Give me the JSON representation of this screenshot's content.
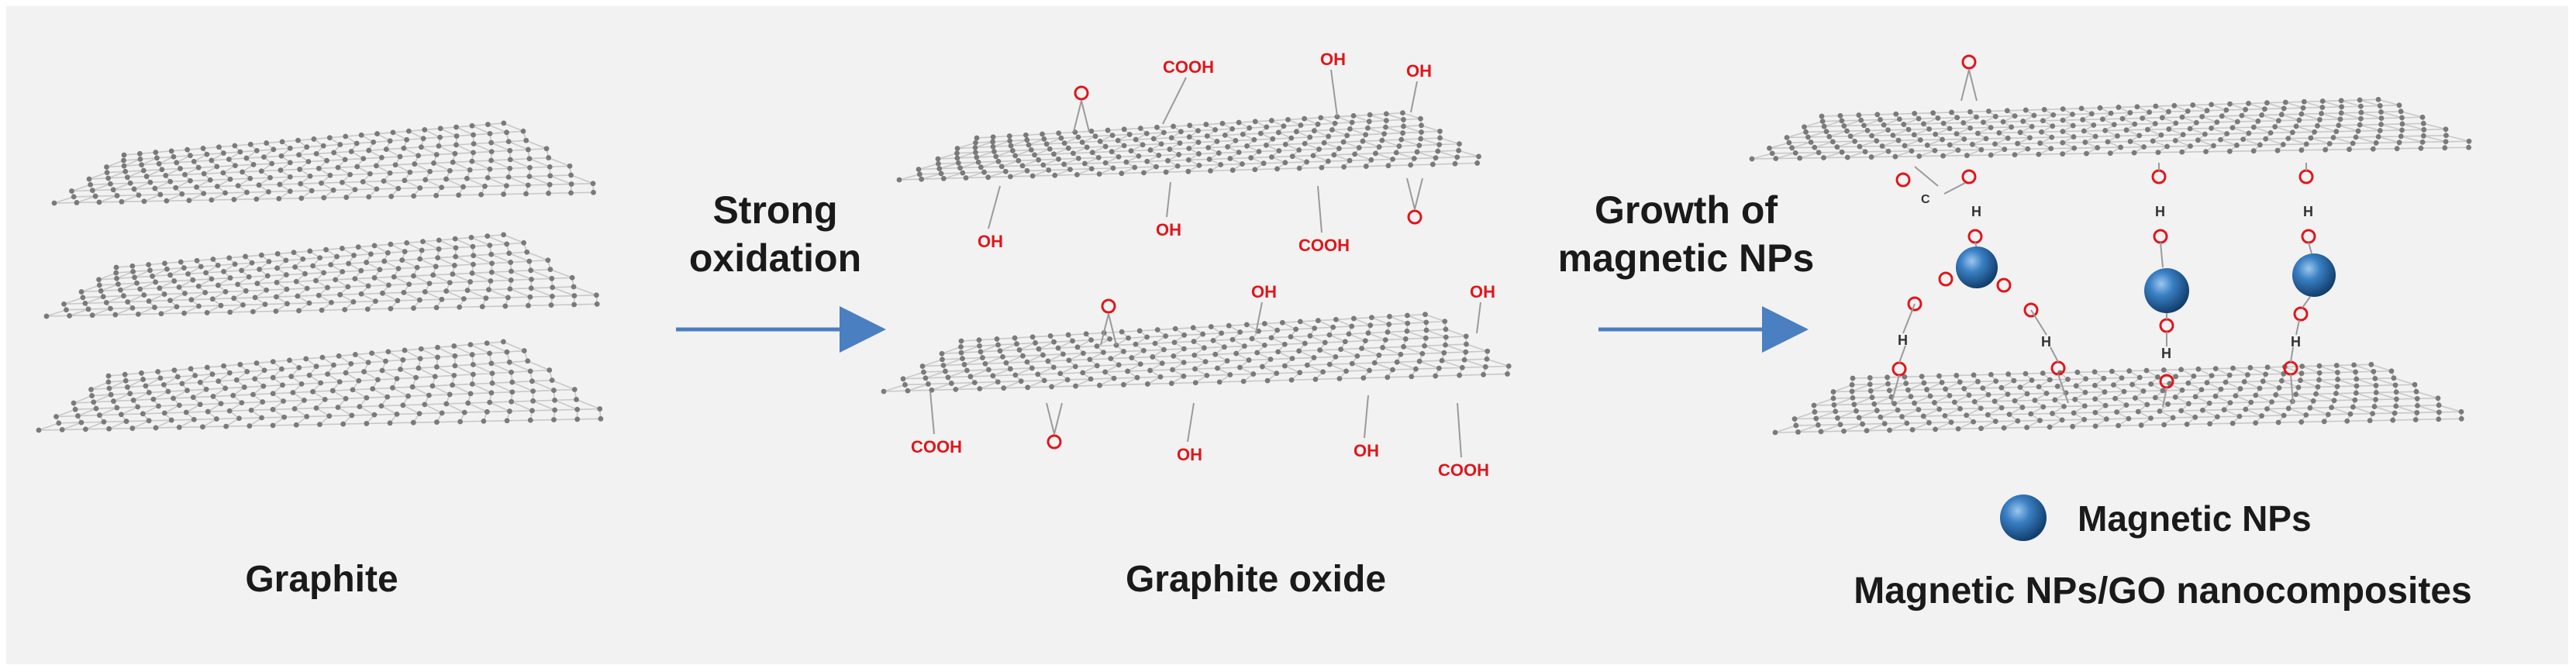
{
  "labels": {
    "graphite": "Graphite",
    "step1_line1": "Strong",
    "step1_line2": "oxidation",
    "graphite_oxide": "Graphite oxide",
    "step2_line1": "Growth of",
    "step2_line2": "magnetic NPs",
    "legend": "Magnetic NPs",
    "nanocomposite": "Magnetic NPs/GO nanocomposites"
  },
  "groups": {
    "oh": "OH",
    "cooh": "COOH",
    "o": "O",
    "h": "H",
    "c": "C"
  },
  "colors": {
    "panel": "#f2f2f2",
    "lattice_bond": "#c8c8c8",
    "lattice_atom": "#7a7a7a",
    "oxygen": "#e0161b",
    "arrow": "#4a7fc1",
    "nanoparticle": "#2f6fae"
  }
}
